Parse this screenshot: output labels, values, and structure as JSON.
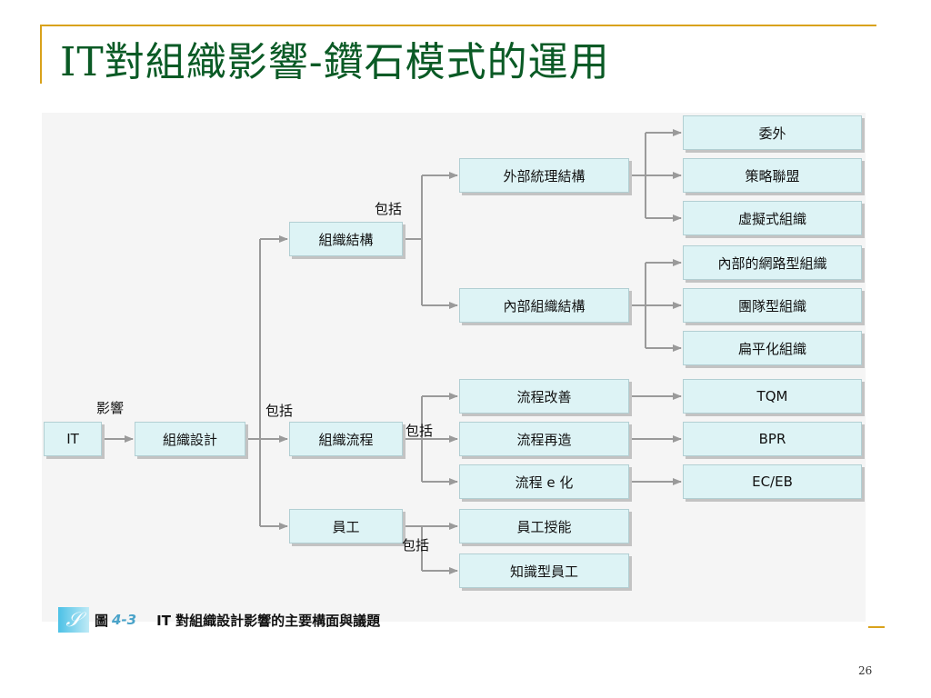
{
  "slide": {
    "title": "IT對組織影響-鑽石模式的運用",
    "page_number": "26"
  },
  "diagram": {
    "nodes": {
      "it": "IT",
      "org_design": "組織設計",
      "org_structure": "組織結構",
      "org_process": "組織流程",
      "employee": "員工",
      "external_structure": "外部統理結構",
      "internal_structure": "內部組織結構",
      "outsourcing": "委外",
      "strategic_alliance": "策略聯盟",
      "virtual_org": "虛擬式組織",
      "internal_network_org": "內部的網路型組織",
      "team_org": "團隊型組織",
      "flat_org": "扁平化組織",
      "process_improvement": "流程改善",
      "process_reengineering": "流程再造",
      "process_e": "流程 e 化",
      "tqm": "TQM",
      "bpr": "BPR",
      "ec_eb": "EC/EB",
      "empowerment": "員工授能",
      "knowledge_worker": "知識型員工"
    },
    "labels": {
      "influence": "影響",
      "include_1": "包括",
      "include_2": "包括",
      "include_3": "包括",
      "include_4": "包括"
    },
    "caption": {
      "icon_glyph": "𝒮",
      "figure_label": "圖",
      "figure_number": "4-3",
      "text": "IT 對組織設計影響的主要構面與議題"
    }
  },
  "colors": {
    "title": "#0a5a25",
    "accent": "#d9a21b",
    "box_fill": "#ddf3f5",
    "connector": "#9a9a9a"
  }
}
